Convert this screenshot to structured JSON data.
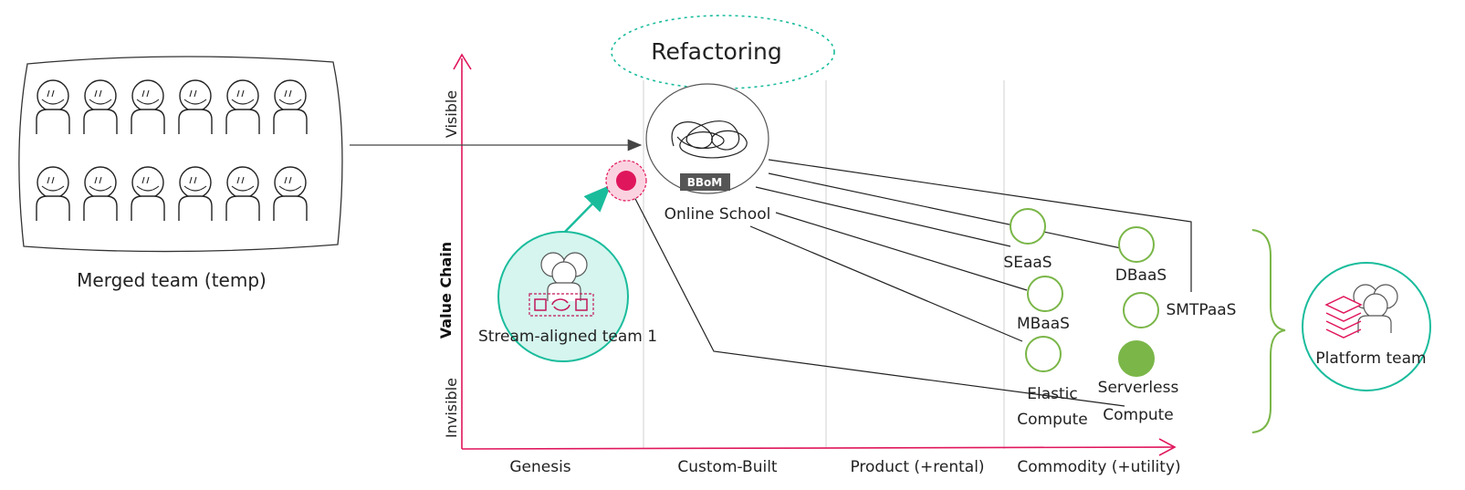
{
  "merged_team": {
    "label": "Merged team (temp)",
    "member_count": 12
  },
  "refactoring": {
    "label": "Refactoring"
  },
  "y_axis": {
    "label": "Value Chain",
    "top": "Visible",
    "bottom": "Invisible"
  },
  "x_axis": {
    "stages": [
      "Genesis",
      "Custom-Built",
      "Product (+rental)",
      "Commodity (+utility)"
    ]
  },
  "core_component": {
    "label": "Online School",
    "tag": "BBoM"
  },
  "stream_team": {
    "label": "Stream-aligned team 1"
  },
  "platform_team": {
    "label": "Platform team"
  },
  "components": [
    {
      "id": "seaas",
      "label": "SEaaS"
    },
    {
      "id": "dbaas",
      "label": "DBaaS"
    },
    {
      "id": "mbaas",
      "label": "MBaaS"
    },
    {
      "id": "smtpaas",
      "label": "SMTPaaS"
    },
    {
      "id": "elastic",
      "label_line1": "Elastic",
      "label_line2": "Compute"
    },
    {
      "id": "serverless",
      "label_line1": "Serverless",
      "label_line2": "Compute"
    }
  ],
  "colors": {
    "axis": "#e0165c",
    "accent": "#e0165c",
    "team_teal": "#1abc9c",
    "component_green": "#7ab648"
  }
}
